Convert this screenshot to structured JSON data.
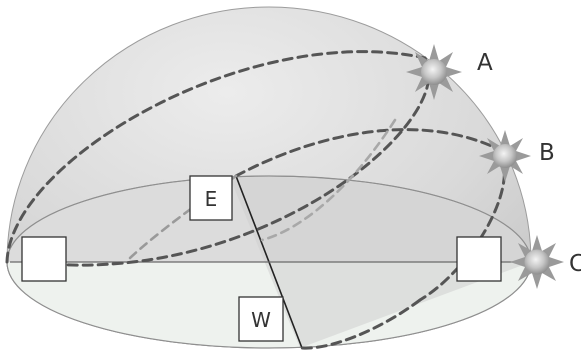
{
  "labels": {
    "east": "E",
    "west": "W"
  },
  "suns": [
    {
      "label": "A"
    },
    {
      "label": "B"
    },
    {
      "label": "C"
    }
  ],
  "colors": {
    "dome_light": "#e9e9e9",
    "dome_dark": "#bdbdbd",
    "ground_plane": "#eef2ee",
    "sun_path_stroke": "#555555",
    "sun_path_behind": "#9a9a9a",
    "sun_core": "#cfcfcf",
    "sun_ray": "#8a8a8a"
  }
}
